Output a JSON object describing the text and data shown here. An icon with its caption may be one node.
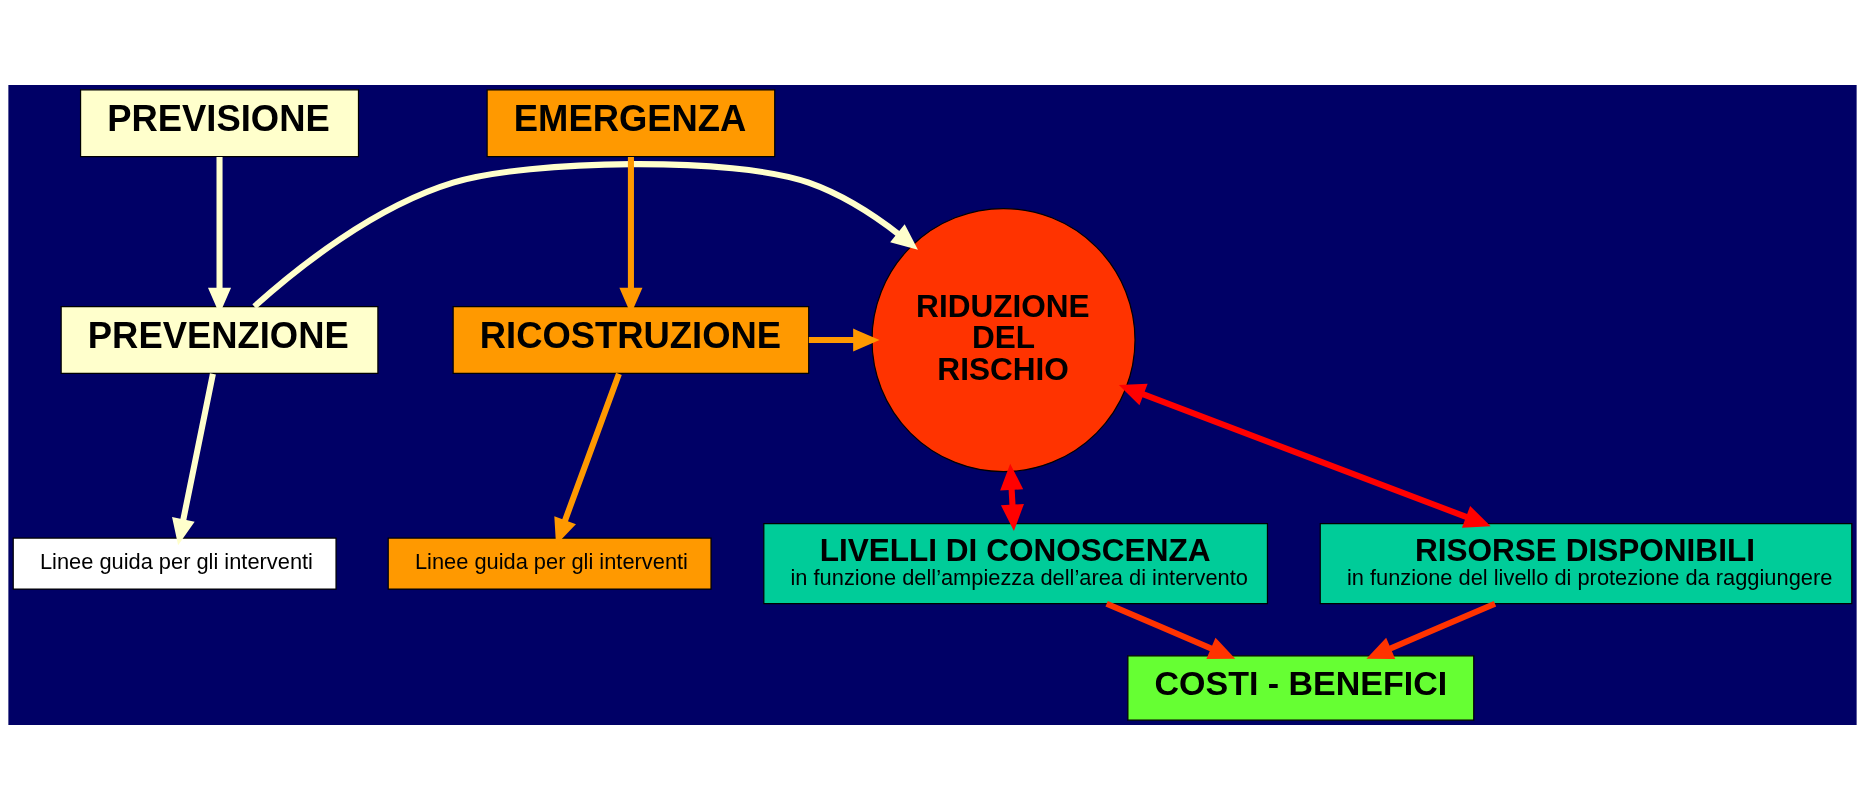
{
  "diagram": {
    "nodes": [
      {
        "text": [
          "PREVISIONE"
        ]
      },
      {
        "text": [
          "PREVENZIONE"
        ]
      },
      {
        "text": [
          "Linee guida per gli interventi"
        ]
      },
      {
        "text": [
          "RIDUZIONE DEL RISCHIO"
        ]
      },
      {
        "text": [
          "EMERGENZA"
        ]
      },
      {
        "text": [
          "RICOSTRUZIONE"
        ]
      },
      {
        "text": [
          "Linee guida per gli interventi"
        ]
      },
      {
        "text": [
          "LIVELLI DI CONOSCENZA",
          "in funzione dell’ampiezza dell’area di intervento"
        ]
      },
      {
        "text": [
          "RISORSE DISPONIBILI",
          "in funzione del livello di protezione da raggiungere"
        ]
      },
      {
        "text": [
          "COSTI - BENEFICI"
        ]
      }
    ],
    "edges": [
      {
        "from": 0,
        "to": 1,
        "arrow": "to",
        "color": "#ffffcc"
      },
      {
        "from": 1,
        "to": 2,
        "arrow": "to",
        "color": "#ffffcc"
      },
      {
        "from": 1,
        "to": 3,
        "arrow": "to",
        "color": "#ffffcc"
      },
      {
        "from": 4,
        "to": 5,
        "arrow": "to",
        "color": "#ff9900"
      },
      {
        "from": 5,
        "to": 6,
        "arrow": "to",
        "color": "#ff9900"
      },
      {
        "from": 5,
        "to": 3,
        "arrow": "to",
        "color": "#ff9900"
      },
      {
        "from": 3,
        "to": 7,
        "arrow": "both",
        "color": "#ff0000"
      },
      {
        "from": 3,
        "to": 8,
        "arrow": "both",
        "color": "#ff0000"
      },
      {
        "from": 7,
        "to": 9,
        "arrow": "to",
        "color": "#ff3300"
      },
      {
        "from": 8,
        "to": 9,
        "arrow": "to",
        "color": "#ff3300"
      }
    ]
  }
}
